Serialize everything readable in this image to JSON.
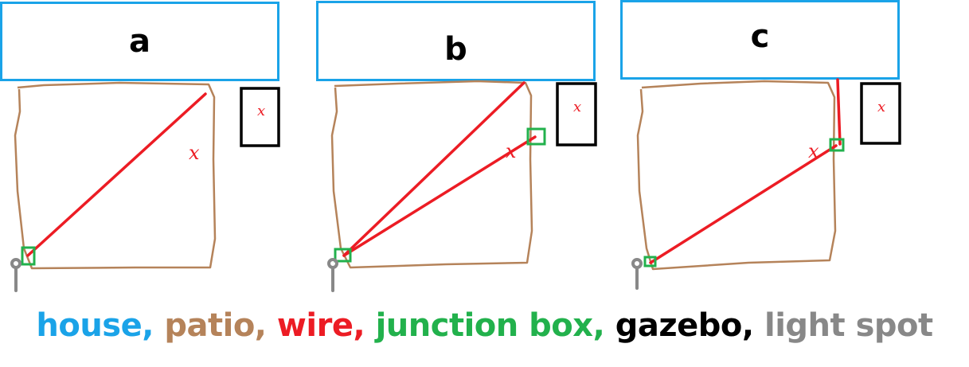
{
  "panels": [
    {
      "label": "a"
    },
    {
      "label": "b"
    },
    {
      "label": "c"
    }
  ],
  "legend": [
    {
      "text": "house",
      "sep": ", ",
      "color": "#1aa3e8"
    },
    {
      "text": "patio",
      "sep": ", ",
      "color": "#b5835a"
    },
    {
      "text": "wire",
      "sep": ", ",
      "color": "#ec1c24"
    },
    {
      "text": "junction box",
      "sep": ", ",
      "color": "#22b14c"
    },
    {
      "text": "gazebo",
      "sep": ", ",
      "color": "#000000"
    },
    {
      "text": "light spot",
      "sep": "",
      "color": "#888888"
    }
  ],
  "marks": {
    "x": "x"
  },
  "colors": {
    "house": "#1aa3e8",
    "patio": "#b5835a",
    "wire": "#ec1c24",
    "junction_box": "#22b14c",
    "gazebo": "#000000",
    "light_spot": "#888888"
  }
}
